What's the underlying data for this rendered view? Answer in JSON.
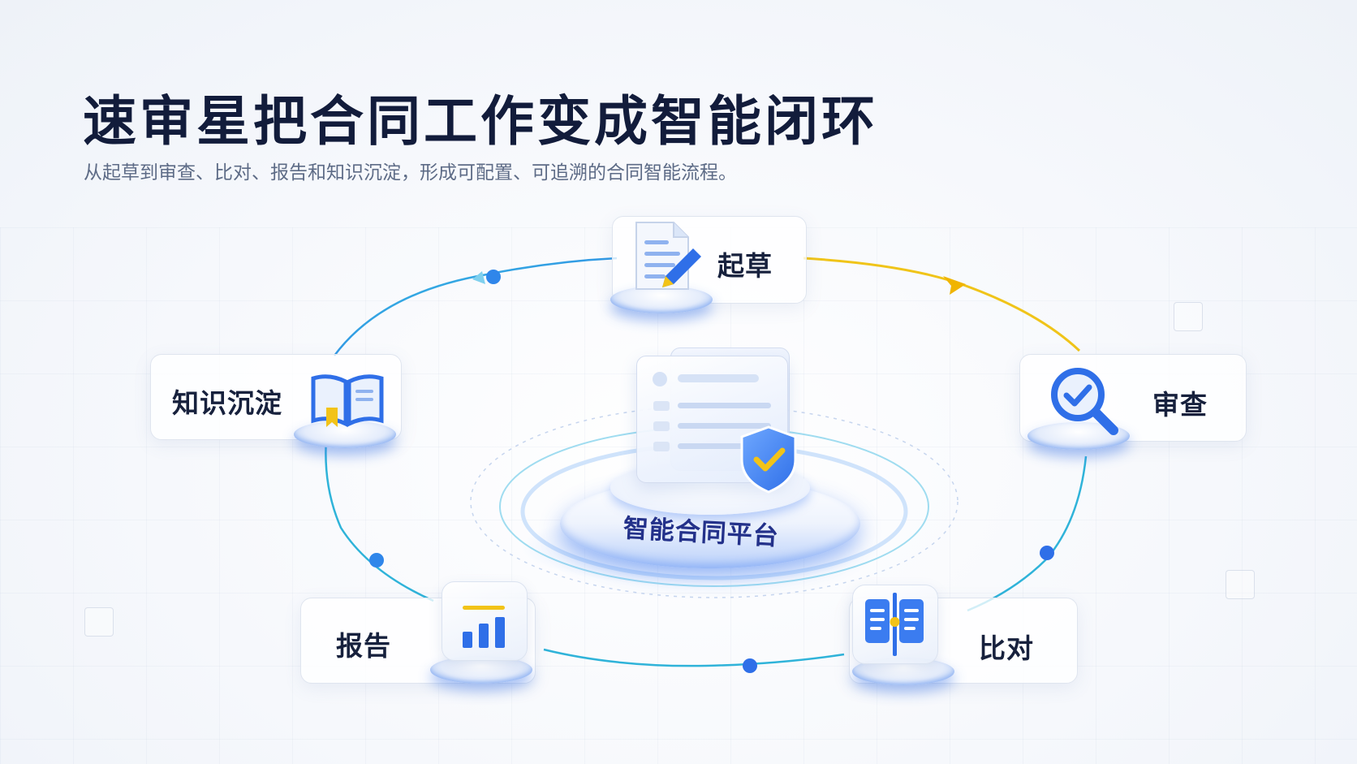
{
  "title": "速审星把合同工作变成智能闭环",
  "subtitle": "从起草到审查、比对、报告和知识沉淀，形成可配置、可追溯的合同智能流程。",
  "center": {
    "label": "智能合同平台"
  },
  "nodes": [
    {
      "id": "draft",
      "label": "起草",
      "icon": "document-pen-icon"
    },
    {
      "id": "review",
      "label": "审查",
      "icon": "magnifier-check-icon"
    },
    {
      "id": "compare",
      "label": "比对",
      "icon": "split-documents-icon"
    },
    {
      "id": "report",
      "label": "报告",
      "icon": "bar-chart-icon"
    },
    {
      "id": "knowledge",
      "label": "知识沉淀",
      "icon": "open-book-icon"
    }
  ],
  "colors": {
    "title": "#121c3b",
    "subtitle": "#5d6b86",
    "ring_cyan": "#2fb3d9",
    "ring_blue": "#2f6fe8",
    "ring_yellow": "#f0c419",
    "platform_text": "#23318a",
    "check_yellow": "#f2c318"
  }
}
